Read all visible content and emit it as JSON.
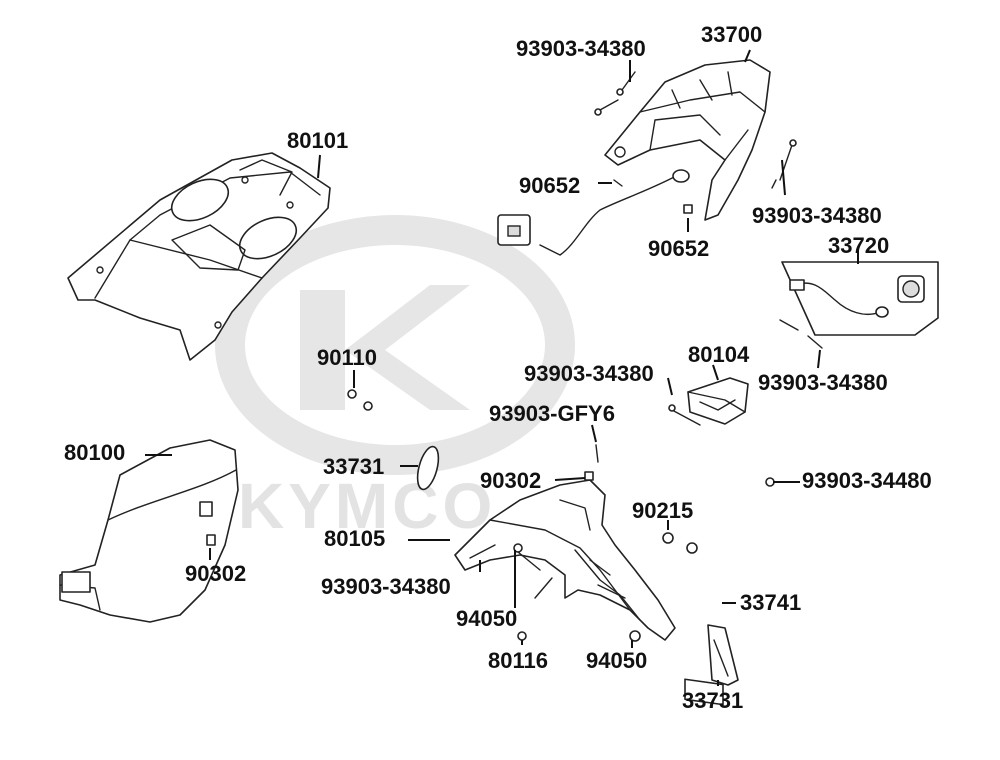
{
  "watermark": {
    "text": "KYMCO",
    "logo_icon": "kymco-kc-logo"
  },
  "colors": {
    "ink": "#111111",
    "watermark": "#e3e3e3",
    "part_fill": "#ffffff"
  },
  "labels": {
    "l33700": "33700",
    "l93903_34380_a": "93903-34380",
    "l80101": "80101",
    "l90652_a": "90652",
    "l90652_b": "90652",
    "l93903_34380_b": "93903-34380",
    "l33720": "33720",
    "l80104": "80104",
    "l93903_34380_c": "93903-34380",
    "l93903_34380_d": "93903-34380",
    "l90110": "90110",
    "l93903_GFY6": "93903-GFY6",
    "l80100": "80100",
    "l33731_a": "33731",
    "l90302_a": "90302",
    "l93903_34480": "93903-34480",
    "l90215": "90215",
    "l80105": "80105",
    "l90302_b": "90302",
    "l93903_34380_e": "93903-34380",
    "l33741": "33741",
    "l94050_a": "94050",
    "l80116": "80116",
    "l94050_b": "94050",
    "l33731_b": "33731"
  }
}
